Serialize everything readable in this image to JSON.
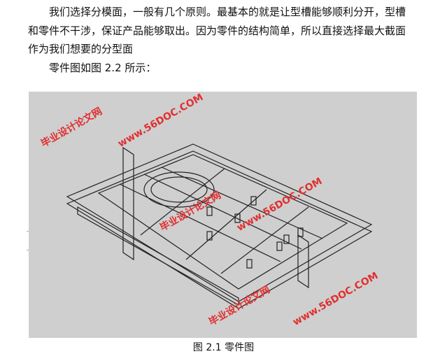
{
  "paragraphs": [
    "我们选择分模面，一般有几个原则。最基本的就是让型槽能够顺利分开，型槽",
    "和零件不干涉，保证产品能够取出。因为零件的结构简单，所以直接选择最大截面",
    "作为我们想要的分型面",
    "零件图如图 2.2 所示："
  ],
  "figure": {
    "caption": "图 2.1 零件图"
  },
  "watermarks": {
    "site": "毕业设计论文网",
    "url": "www.56DOC.COM"
  }
}
